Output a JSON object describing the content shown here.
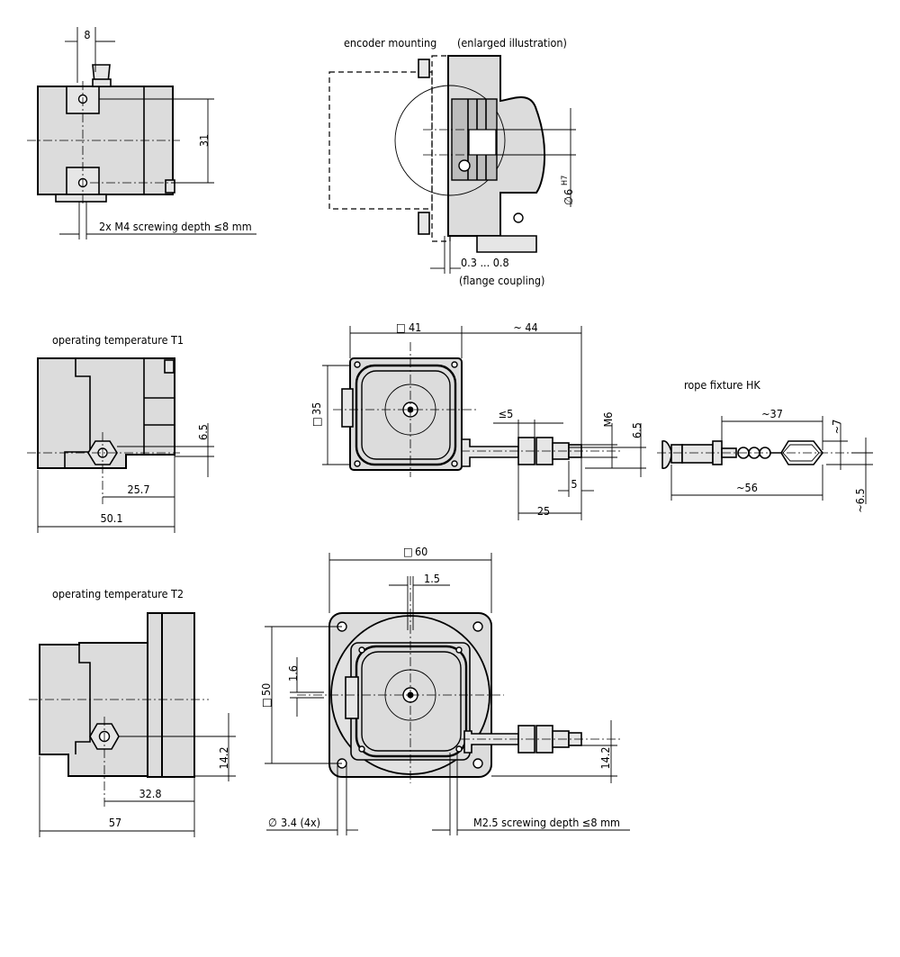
{
  "labels": {
    "encoder_mounting": "encoder mounting",
    "enlarged_illustration": "(enlarged illustration)",
    "operating_temperature_t1": "operating temperature T1",
    "operating_temperature_t2": "operating temperature T2",
    "rope_fixture_hk": "rope fixture HK",
    "flange_coupling": "(flange coupling)",
    "m4_screwing": "2x M4 screwing depth ≤8 mm",
    "m25_screwing": "M2.5 screwing depth ≤8 mm",
    "hole_dia": "3.4 (4x)"
  },
  "dimensions": {
    "top_8": "8",
    "top_31": "31",
    "gap": "0.3 ... 0.8",
    "dia6": "6",
    "dia6_tol": "H7",
    "sq41": "41",
    "len44": "~ 44",
    "sq35": "35",
    "le5": "≤5",
    "m6": "M6",
    "r65": "6.5",
    "d5": "5",
    "d25": "25",
    "t1_65": "6.5",
    "t1_257": "25.7",
    "t1_501": "50.1",
    "hk37": "~37",
    "hk7": "~7",
    "hk56": "~56",
    "hk65": "~6.5",
    "sq60": "60",
    "d15": "1.5",
    "d16": "1.6",
    "sq50": "50",
    "r142": "14.2",
    "t2_142": "14.2",
    "t2_328": "32.8",
    "t2_57": "57"
  },
  "symbols": {
    "square": "□",
    "diameter": "∅"
  }
}
